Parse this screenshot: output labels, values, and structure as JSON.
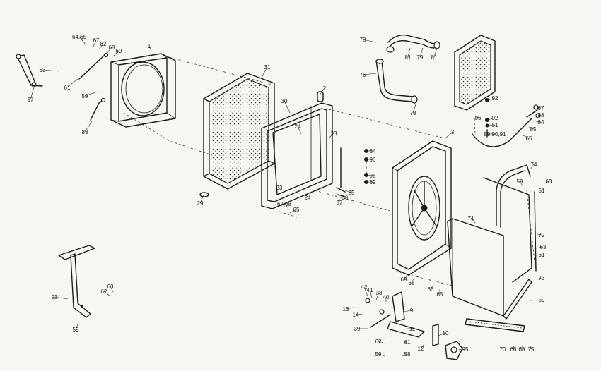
{
  "diagram": {
    "part_labels": [
      "64,65",
      "67",
      "82",
      "68",
      "69",
      "1",
      "63",
      "61",
      "59",
      "97",
      "83",
      "31",
      "2",
      "30",
      "24",
      "23",
      "29",
      "23",
      "24",
      "67,68",
      "65",
      "64",
      "96",
      "96",
      "69",
      "35",
      "36",
      "37",
      "78",
      "81",
      "79",
      "81",
      "76",
      "78",
      "92",
      "86",
      "92",
      "51",
      "89,90,91",
      "87",
      "88",
      "84",
      "85",
      "65",
      "3",
      "74",
      "59",
      "61",
      "63",
      "71",
      "72",
      "63",
      "61",
      "69",
      "68",
      "66",
      "65",
      "73",
      "59",
      "93",
      "62",
      "63",
      "59",
      "42",
      "41",
      "38",
      "40",
      "13",
      "14",
      "9",
      "39",
      "11",
      "10",
      "62",
      "61",
      "59",
      "58",
      "12",
      "95",
      "70",
      "66",
      "68",
      "75"
    ]
  }
}
